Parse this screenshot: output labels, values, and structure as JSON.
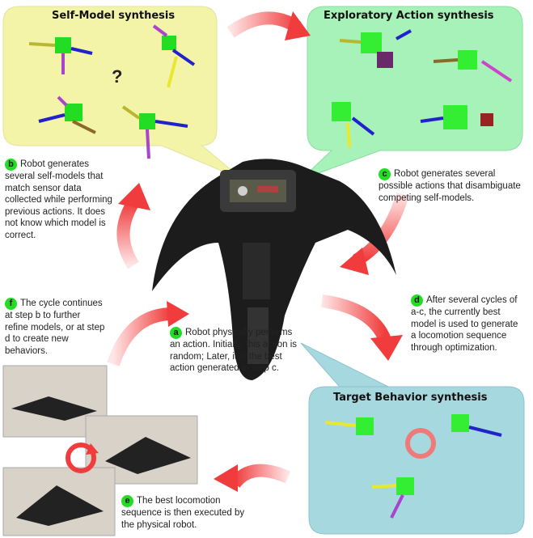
{
  "bubbles": {
    "self_model": {
      "title": "Self-Model synthesis",
      "mark": "?"
    },
    "exploratory": {
      "title": "Exploratory Action synthesis"
    },
    "target": {
      "title": "Target Behavior synthesis"
    }
  },
  "steps": [
    {
      "letter": "a",
      "text": "Robot physically performs an action. Initially, this action is random; Later, it is the best action generated in step c."
    },
    {
      "letter": "b",
      "text": "Robot generates several self-models that match sensor data collected while performing previous actions. It does not know which model is correct."
    },
    {
      "letter": "c",
      "text": "Robot generates several possible actions that disambiguate competing self-models."
    },
    {
      "letter": "d",
      "text": "After several cycles of a-c, the currently best model is used to generate a locomotion sequence through optimization."
    },
    {
      "letter": "e",
      "text": "The best locomotion sequence is then executed by the physical robot."
    },
    {
      "letter": "f",
      "text": "The cycle continues at step b to further refine models, or at step d to create new behaviors."
    }
  ],
  "colors": {
    "self_model_bubble": "#f4f4a8",
    "exploratory_bubble": "#a6f2b8",
    "target_bubble": "#a6d8e0",
    "arrow": "#f25050",
    "badge": "#22dd22"
  }
}
